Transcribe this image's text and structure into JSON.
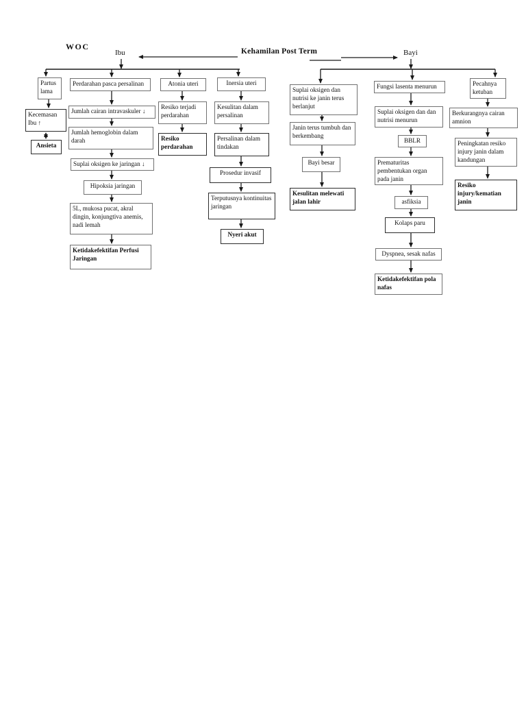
{
  "header": {
    "woc": "WOC"
  },
  "top": {
    "ibu": "Ibu",
    "title": "Kehamilan Post Term",
    "bayi": "Bayi"
  },
  "colors": {
    "background": "#ffffff",
    "text": "#111111",
    "box_border": "#707070",
    "box_border_strong": "#2b2b2b",
    "arrow": "#1a1a1a"
  },
  "nodes": {
    "partus_lama": "Partus lama",
    "kecemasan_ibu": "Kecemasan Ibu ↑",
    "ansieta": "Ansieta",
    "perdarahan_pasca": "Perdarahan pasca persalinan",
    "cairan_intravaskuler": "Jumlah cairan intravaskuler ↓",
    "hemoglobin": "Jumlah hemoglobin dalam darah",
    "suplai_oksigen_jaringan": "Suplai oksigen ke jaringan ↓",
    "hipoksia": "Hipoksia jaringan",
    "tanda_5l": "5L, mukosa pucat, akral dingin, konjungtiva anemis, nadi lemah",
    "perfusi": "Ketidakefektifan Perfusi Jaringan",
    "atonia": "Atonia uteri",
    "resiko_terjadi_perdarahan": "Resiko terjadi perdarahan",
    "resiko_perdarahan": "Resiko perdarahan",
    "inersia": "Inersia uteri",
    "kesulitan_persalinan": "Kesulitan dalam persalinan",
    "persalinan_tindakan": "Persalinan dalam tindakan",
    "prosedur_invasif": "Prosedur invasif",
    "terputusnya": "Terputusnya kontinuitas jaringan",
    "nyeri_akut": "Nyeri akut",
    "suplai_janin_berlanjut": "Suplai oksigen dan nutrisi ke janin terus berlanjut",
    "janin_tumbuh": "Janin terus tumbuh dan berkembang",
    "bayi_besar": "Bayi besar",
    "kesulitan_melewati": "Kesulitan melewati jalan lahir",
    "fungsi_lasenta": "Fungsi lasenta menurun",
    "suplai_menurun": "Suplai oksigen dan dan nutrisi menurun",
    "bblr": "BBLR",
    "prematuritas": "Prematuritas pembentukan organ pada janin",
    "asfiksia": "asfiksia",
    "kolaps_paru": "Kolaps paru",
    "dyspnea": "Dyspnea, sesak nafas",
    "pola_nafas": "Ketidakefektifan pola nafas",
    "pecahnya_ketuban": "Pecahnya ketuban",
    "berkurang_amnion": "Berkurangnya cairan amnion",
    "peningkatan_resiko": "Peningkatan resiko injury janin dalam kandungan",
    "resiko_injury": "Resiko injury/kematian janin"
  }
}
